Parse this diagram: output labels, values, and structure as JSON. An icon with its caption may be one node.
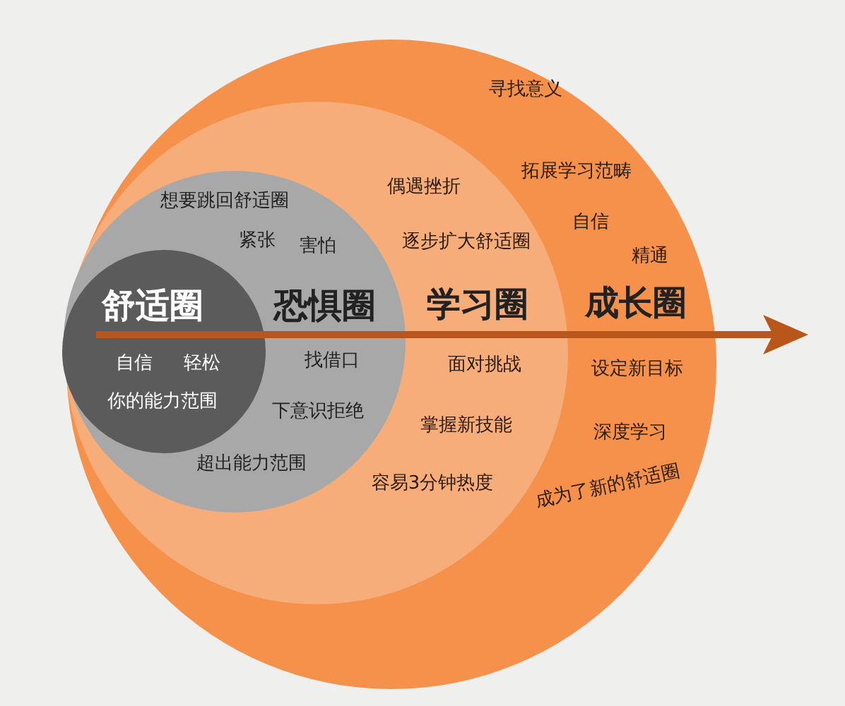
{
  "diagram": {
    "nodes": [
      {
        "text": [
          "成长圈",
          "寻找意义",
          "拓展学习范畴",
          "自信",
          "精通",
          "设定新目标",
          "深度学习",
          "成为了新的舒适圈"
        ]
      },
      {
        "text": [
          "学习圈",
          "偶遇挫折",
          "逐步扩大舒适圈",
          "面对挑战",
          "掌握新技能",
          "容易3分钟热度"
        ],
        "in": 0
      },
      {
        "text": [
          "恐惧圈",
          "想要跳回舒适圈",
          "紧张",
          "害怕",
          "找借口",
          "下意识拒绝",
          "超出能力范围"
        ],
        "in": 1
      },
      {
        "text": [
          "舒适圈",
          "自信",
          "轻松",
          "你的能力范围"
        ],
        "in": 2
      }
    ]
  }
}
